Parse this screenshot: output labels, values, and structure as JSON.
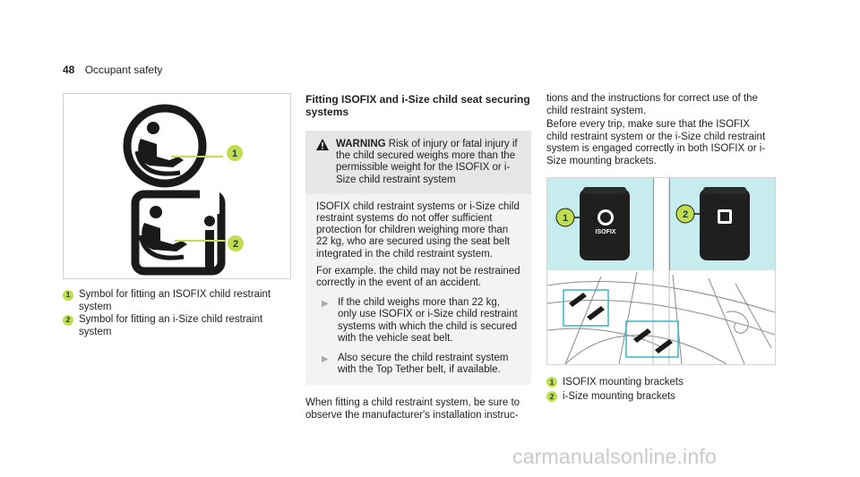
{
  "header": {
    "page_number": "48",
    "section": "Occupant safety"
  },
  "figure_left": {
    "callouts": [
      "1",
      "2"
    ],
    "captions": [
      {
        "num": "1",
        "text": "Symbol for fitting an ISOFIX child restraint system"
      },
      {
        "num": "2",
        "text": "Symbol for fitting an i-Size child restraint system"
      }
    ]
  },
  "section": {
    "title": "Fitting ISOFIX and i-Size child seat securing systems",
    "warning": {
      "label": "WARNING",
      "head_text": "Risk of injury or fatal injury if the child secured weighs more than the permissible weight for the ISOFIX or i-Size child restraint system",
      "body_1": "ISOFIX child restraint systems or i-Size child restraint systems do not offer sufficient protection for children weighing more than 22 kg, who are secured using the seat belt integrated in the child restraint system.",
      "body_2": "For example. the child may not be restrained correctly in the event of an accident.",
      "bullets": [
        "If the child weighs more than 22 kg, only use ISOFIX or i-Size child restraint systems with which the child is secured with the vehicle seat belt.",
        "Also secure the child restraint system with the Top Tether belt, if available."
      ]
    },
    "after_warning": "When fitting a child restraint system, be sure to observe the manufacturer's installation instruc-"
  },
  "right_column": {
    "para_1": "tions and the instructions for correct use of the child restraint system.",
    "para_2": "Before every trip, make sure that the ISOFIX child restraint system or the i-Size child restraint system is engaged correctly in both ISOFIX or i-Size mounting brackets."
  },
  "figure_right": {
    "callouts": [
      "1",
      "2"
    ],
    "isofix_label": "ISOFIX",
    "captions": [
      {
        "num": "1",
        "text": "ISOFIX mounting brackets"
      },
      {
        "num": "2",
        "text": "i-Size mounting brackets"
      }
    ]
  },
  "watermark": "carmanualsonline.info",
  "colors": {
    "badge": "#c0dd4f",
    "panel_bg": "#c6ecee",
    "warning_bg": "#f3f3f3"
  }
}
